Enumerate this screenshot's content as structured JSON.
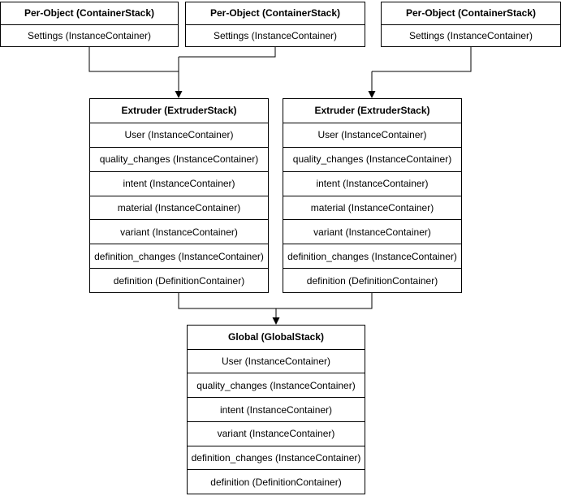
{
  "colors": {
    "line": "#000000",
    "box_background": "#ffffff",
    "text": "#000000"
  },
  "diagram": {
    "per_object_stacks": [
      {
        "title": "Per-Object (ContainerStack)",
        "rows": [
          "Settings (InstanceContainer)"
        ]
      },
      {
        "title": "Per-Object (ContainerStack)",
        "rows": [
          "Settings (InstanceContainer)"
        ]
      },
      {
        "title": "Per-Object (ContainerStack)",
        "rows": [
          "Settings (InstanceContainer)"
        ]
      }
    ],
    "extruder_stacks": [
      {
        "title": "Extruder (ExtruderStack)",
        "rows": [
          "User (InstanceContainer)",
          "quality_changes (InstanceContainer)",
          "intent (InstanceContainer)",
          "material (InstanceContainer)",
          "variant (InstanceContainer)",
          "definition_changes (InstanceContainer)",
          "definition (DefinitionContainer)"
        ]
      },
      {
        "title": "Extruder (ExtruderStack)",
        "rows": [
          "User (InstanceContainer)",
          "quality_changes (InstanceContainer)",
          "intent (InstanceContainer)",
          "material (InstanceContainer)",
          "variant (InstanceContainer)",
          "definition_changes (InstanceContainer)",
          "definition (DefinitionContainer)"
        ]
      }
    ],
    "global_stack": {
      "title": "Global (GlobalStack)",
      "rows": [
        "User (InstanceContainer)",
        "quality_changes (InstanceContainer)",
        "intent (InstanceContainer)",
        "variant (InstanceContainer)",
        "definition_changes (InstanceContainer)",
        "definition (DefinitionContainer)"
      ]
    }
  }
}
